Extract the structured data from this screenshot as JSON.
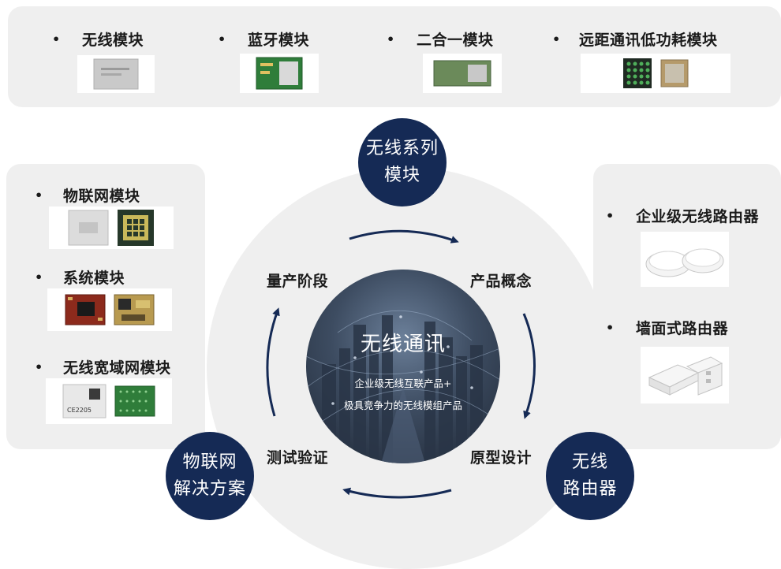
{
  "top": {
    "items": [
      {
        "label": "无线模块"
      },
      {
        "label": "蓝牙模块"
      },
      {
        "label": "二合一模块"
      },
      {
        "label": "远距通讯低功耗模块"
      }
    ]
  },
  "left": {
    "items": [
      {
        "label": "物联网模块"
      },
      {
        "label": "系统模块"
      },
      {
        "label": "无线宽域网模块"
      }
    ]
  },
  "right": {
    "items": [
      {
        "label": "企业级无线路由器"
      },
      {
        "label": "墙面式路由器"
      }
    ]
  },
  "bullet": "•",
  "center": {
    "title": "无线通讯",
    "line1": "企业级无线互联产品+",
    "line2": "极具竞争力的无线模组产品"
  },
  "hubs": {
    "top": {
      "line1": "无线系列",
      "line2": "模块"
    },
    "bottom_left": {
      "line1": "物联网",
      "line2": "解决方案"
    },
    "bottom_right": {
      "line1": "无线",
      "line2": "路由器"
    }
  },
  "stages": {
    "mass_production": "量产阶段",
    "concept": "产品概念",
    "prototype": "原型设计",
    "testing": "测试验证"
  },
  "chip_text": "CE2205",
  "colors": {
    "navy": "#152a55",
    "panel": "#efefef",
    "pcb_green": "#2f7d3a",
    "pcb_red": "#8c2a1c"
  }
}
